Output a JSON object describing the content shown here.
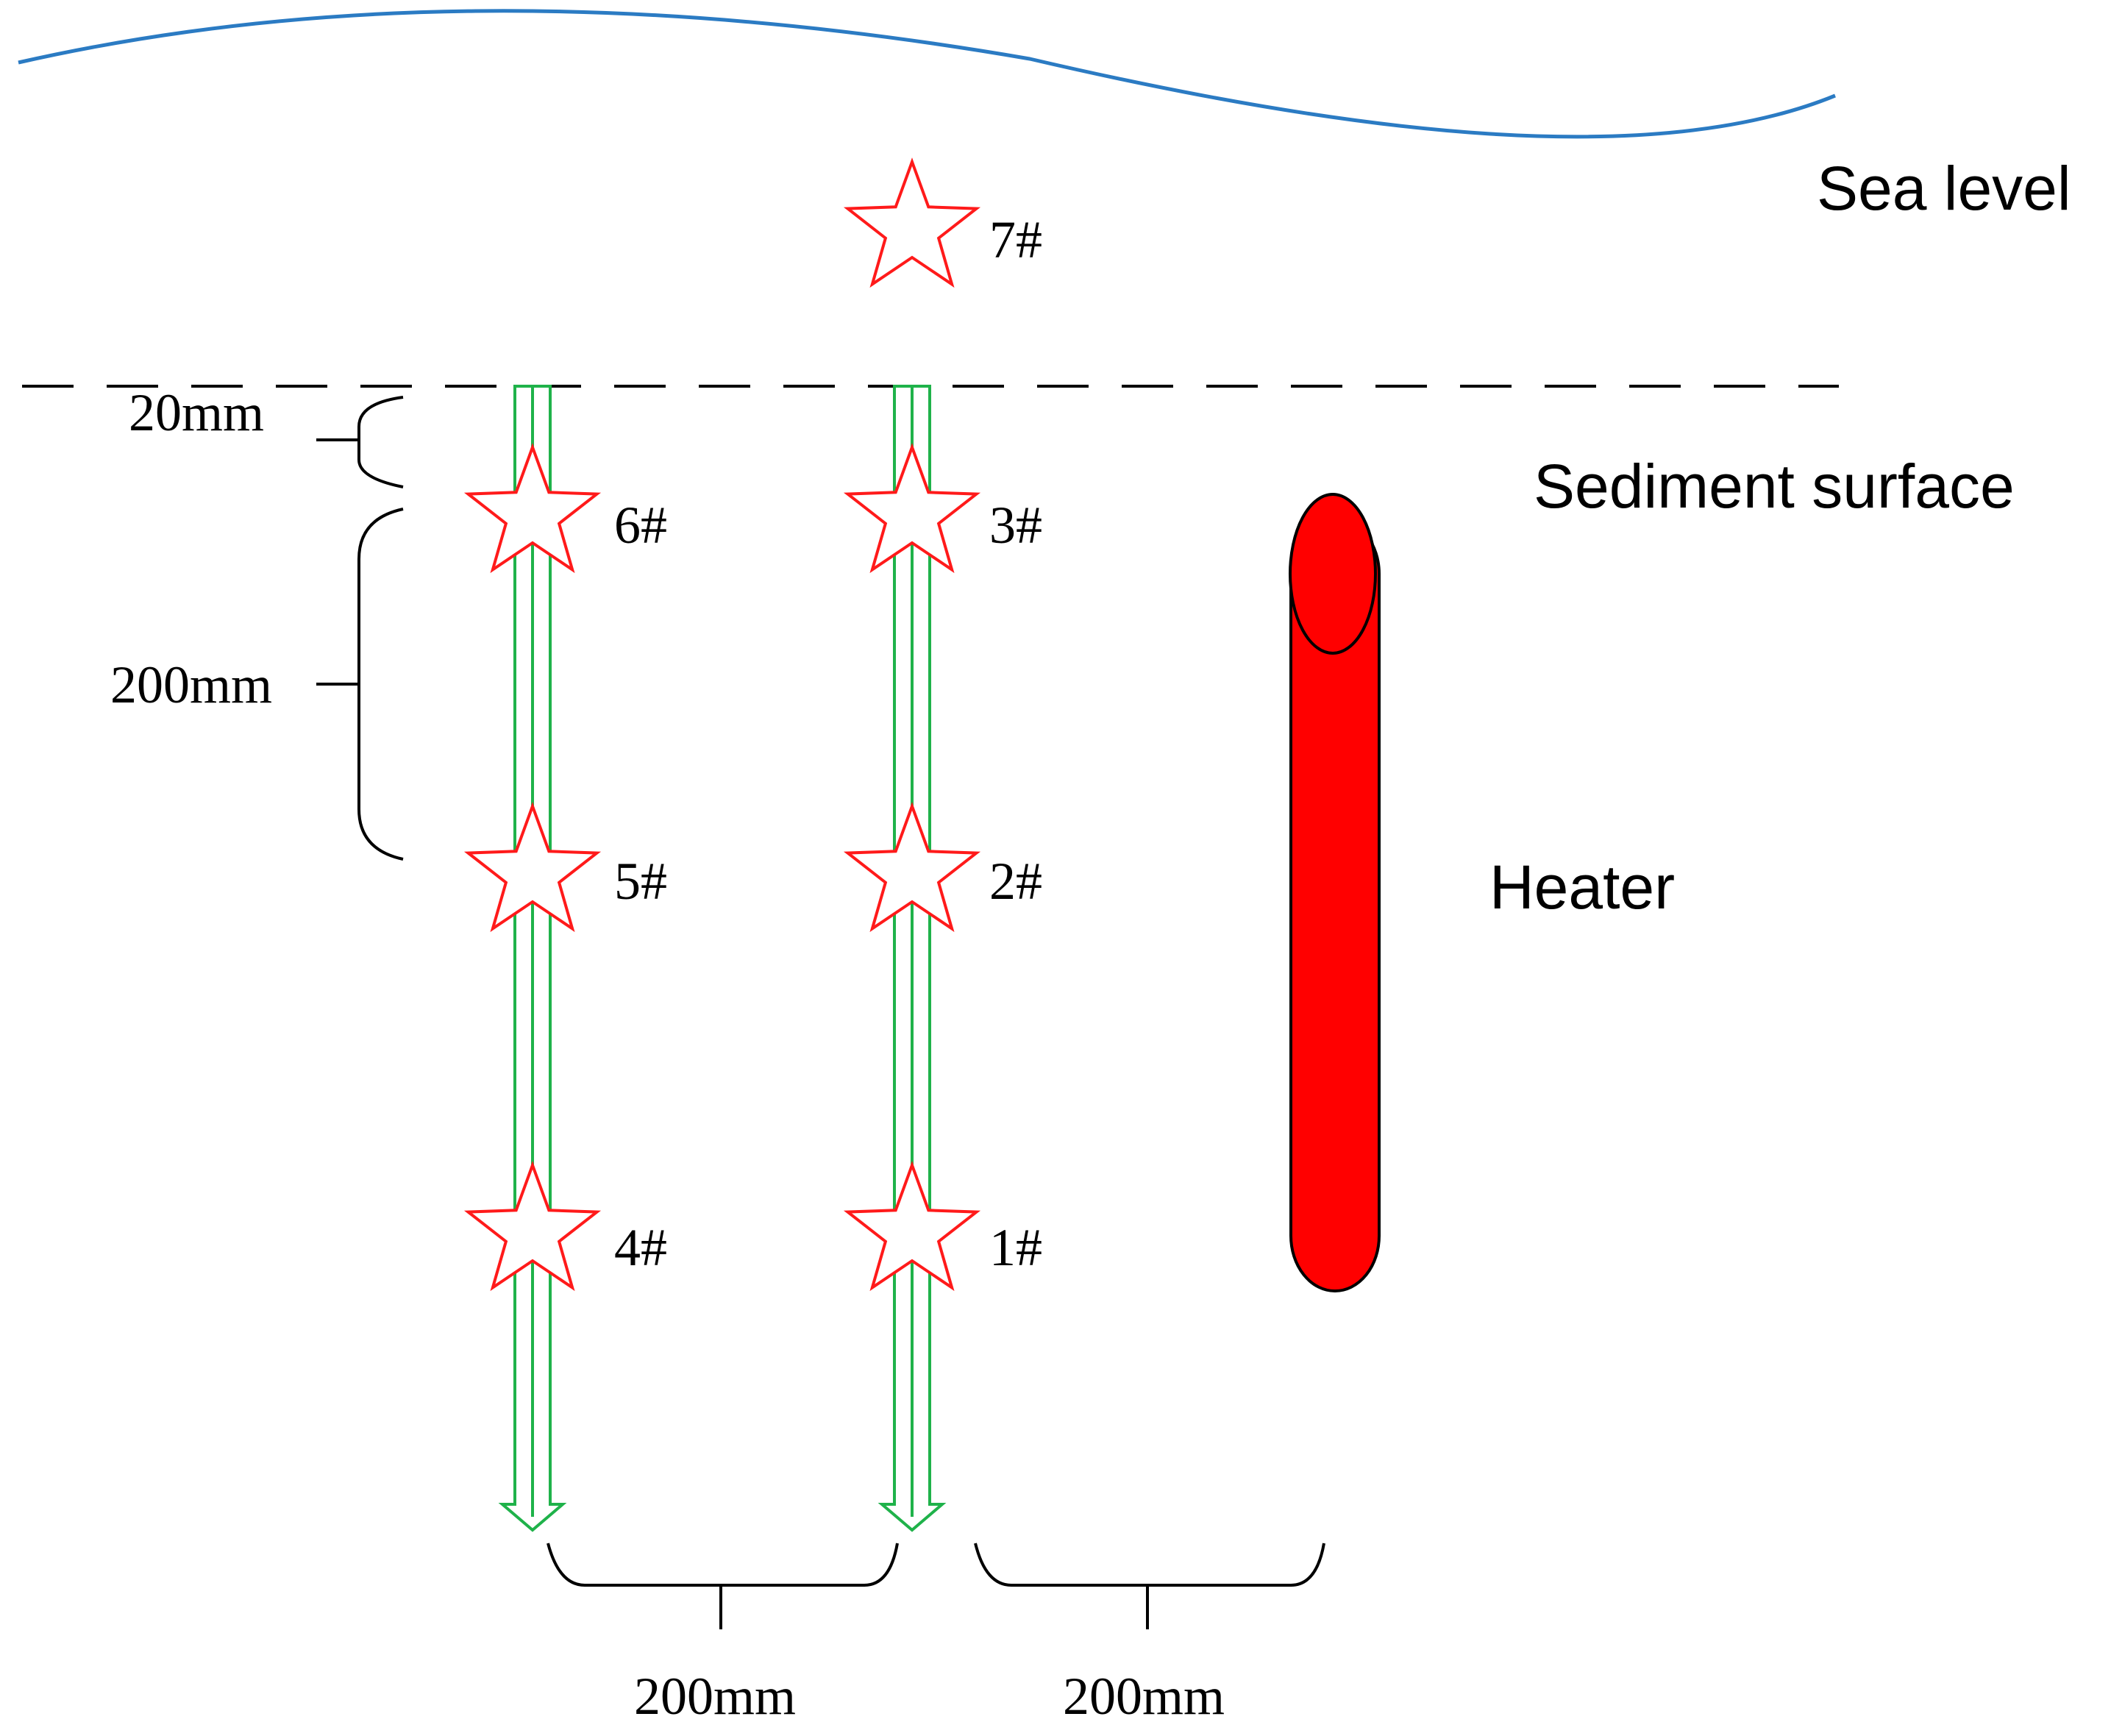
{
  "labels": {
    "sea_level": "Sea level",
    "sediment_surface": "Sediment surface",
    "heater": "Heater"
  },
  "sensors": {
    "s1": "1#",
    "s2": "2#",
    "s3": "3#",
    "s4": "4#",
    "s5": "5#",
    "s6": "6#",
    "s7": "7#"
  },
  "dimensions": {
    "top_gap": "20mm",
    "vertical_spacing": "200mm",
    "probe_spacing": "200mm",
    "heater_distance": "200mm"
  },
  "colors": {
    "sea_line": "#2b7bc3",
    "probe": "#1fb24a",
    "sensor_star": "#ff1a1a",
    "heater_fill": "#ff0000"
  }
}
